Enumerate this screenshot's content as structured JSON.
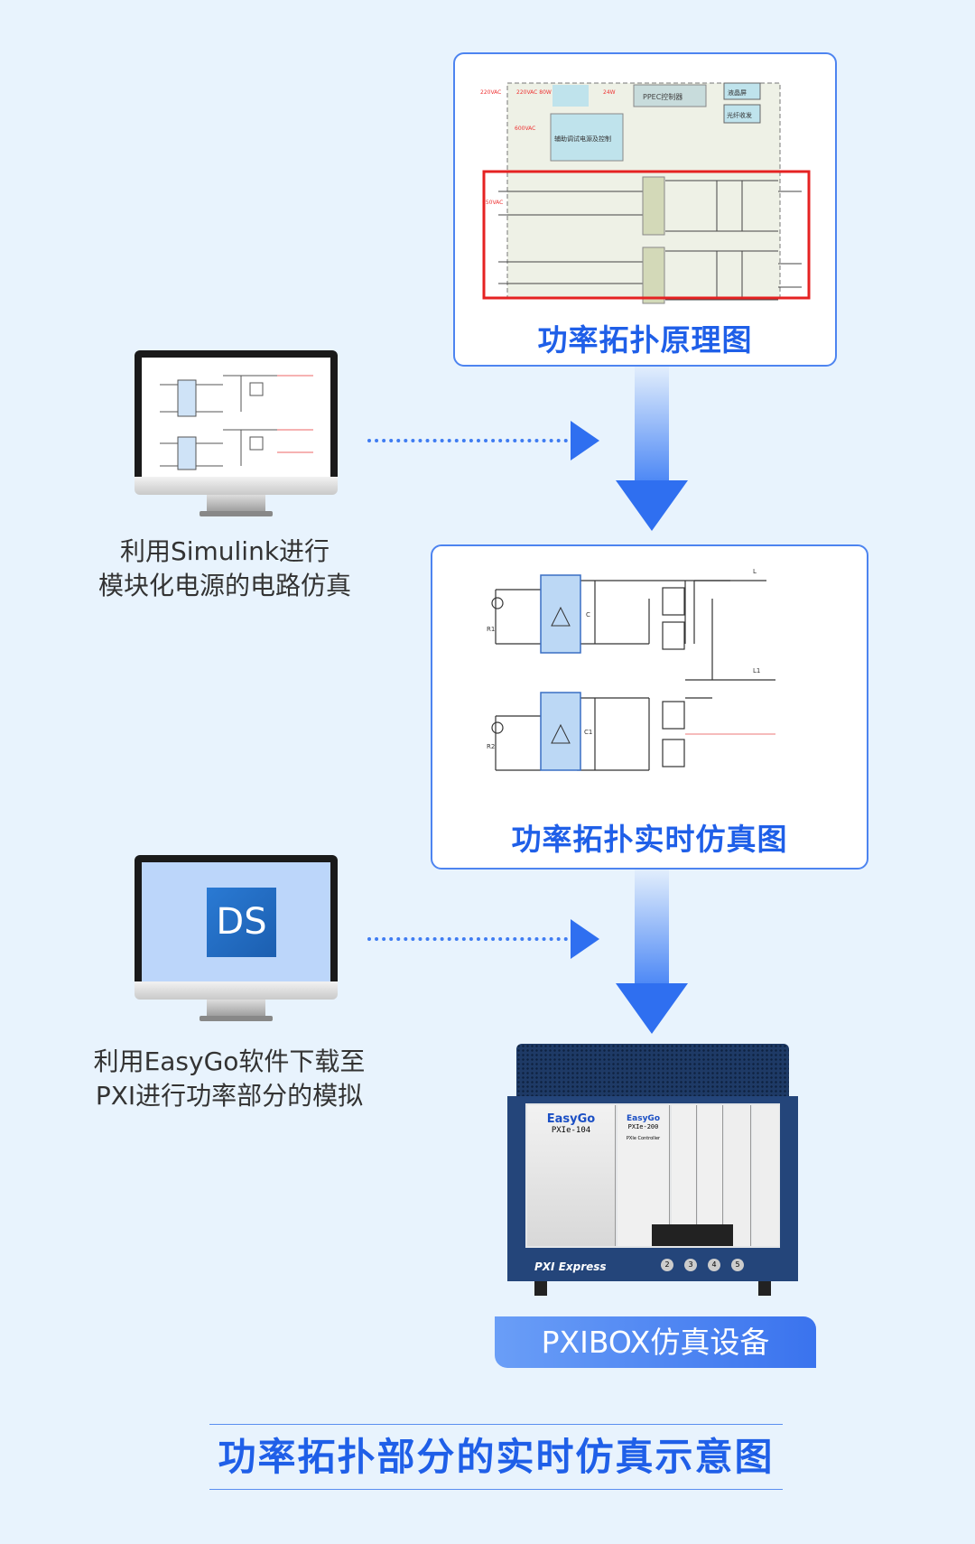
{
  "schematic_box": {
    "title": "功率拓扑原理图",
    "labels": [
      "220VAC",
      "220VAC 80W",
      "24W",
      "PPEC控制器",
      "液晶屏",
      "光纤收发",
      "600VAC",
      "辅助调试电源及控制",
      "650VAC"
    ]
  },
  "simulation_box": {
    "title": "功率拓扑实时仿真图",
    "labels": [
      "R1",
      "R2",
      "C",
      "C1",
      "L",
      "L1"
    ]
  },
  "step1": {
    "line1": "利用Simulink进行",
    "line2": "模块化电源的电路仿真"
  },
  "step2": {
    "line1": "利用EasyGo软件下载至",
    "line2": "PXI进行功率部分的模拟",
    "app_logo": "DS"
  },
  "device": {
    "brand": "EasyGo",
    "module1": "PXIe-104",
    "module2": "PXIe-200",
    "controller": "PXIe Controller",
    "footer": "PXI Express",
    "slots": [
      "2",
      "3",
      "4",
      "5"
    ]
  },
  "device_button": "PXIBOX仿真设备",
  "footer_title": "功率拓扑部分的实时仿真示意图",
  "colors": {
    "accent": "#1f5fe8",
    "background": "#e8f3fd",
    "highlight": "#e52222"
  }
}
